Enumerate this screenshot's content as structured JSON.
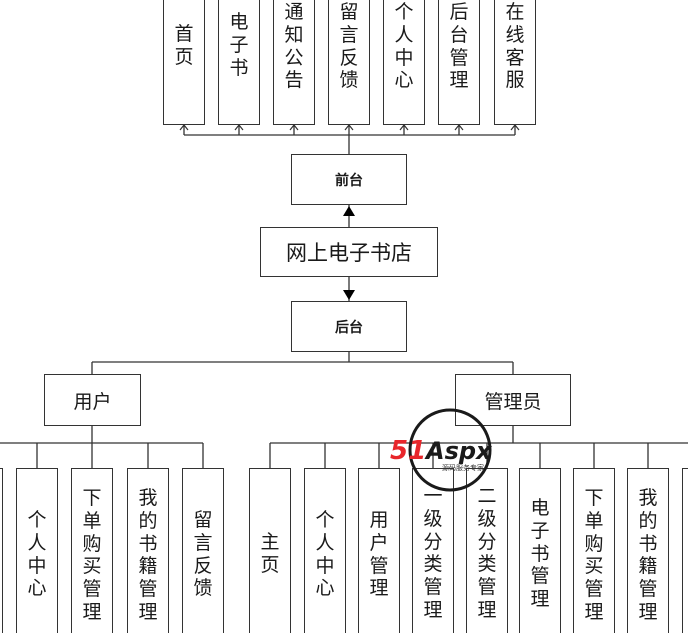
{
  "diagram": {
    "top_modules": [
      "首页",
      "电子书",
      "通知公告",
      "留言反馈",
      "个人中心",
      "后台管理",
      "在线客服"
    ],
    "front": "前台",
    "root": "网上电子书店",
    "back": "后台",
    "user": "用户",
    "admin": "管理员",
    "user_modules": [
      "个人中心",
      "下单购买管理",
      "我的书籍管理",
      "留言反馈"
    ],
    "admin_modules": [
      "主页",
      "个人中心",
      "用户管理",
      "一级分类管理",
      "二级分类管理",
      "电子书管理",
      "下单购买管理",
      "我的书籍管理"
    ]
  },
  "watermark": {
    "brand": "51Aspx",
    "tagline": "源码服务专家"
  }
}
